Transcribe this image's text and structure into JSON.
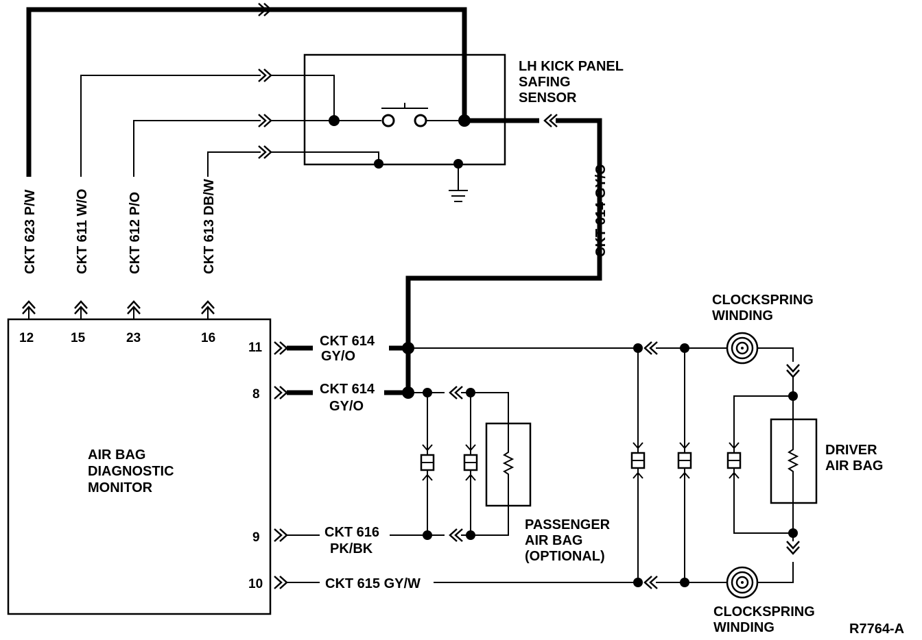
{
  "components": {
    "monitor": [
      "AIR BAG",
      "DIAGNOSTIC",
      "MONITOR"
    ],
    "safing_sensor": [
      "LH KICK PANEL",
      "SAFING",
      "SENSOR"
    ],
    "passenger_air_bag": [
      "PASSENGER",
      "AIR BAG",
      "(OPTIONAL)"
    ],
    "driver_air_bag": [
      "DRIVER",
      "AIR BAG"
    ],
    "clockspring_top": [
      "CLOCKSPRING",
      "WINDING"
    ],
    "clockspring_bottom": [
      "CLOCKSPRING",
      "WINDING"
    ]
  },
  "pins_top": [
    "12",
    "15",
    "23",
    "16"
  ],
  "pins_right": [
    "11",
    "8",
    "9",
    "10"
  ],
  "wires": {
    "ckt623": "CKT 623 P/W",
    "ckt611": "CKT 611 W/O",
    "ckt612": "CKT 612 P/O",
    "ckt613": "CKT 613 DB/W",
    "ckt614_vertical": "CKT 614 GY/O",
    "ckt614_a": [
      "CKT 614",
      "GY/O"
    ],
    "ckt614_b": [
      "CKT 614",
      "GY/O"
    ],
    "ckt616": [
      "CKT 616",
      "PK/BK"
    ],
    "ckt615": "CKT 615 GY/W"
  },
  "figure_id": "R7764-A"
}
